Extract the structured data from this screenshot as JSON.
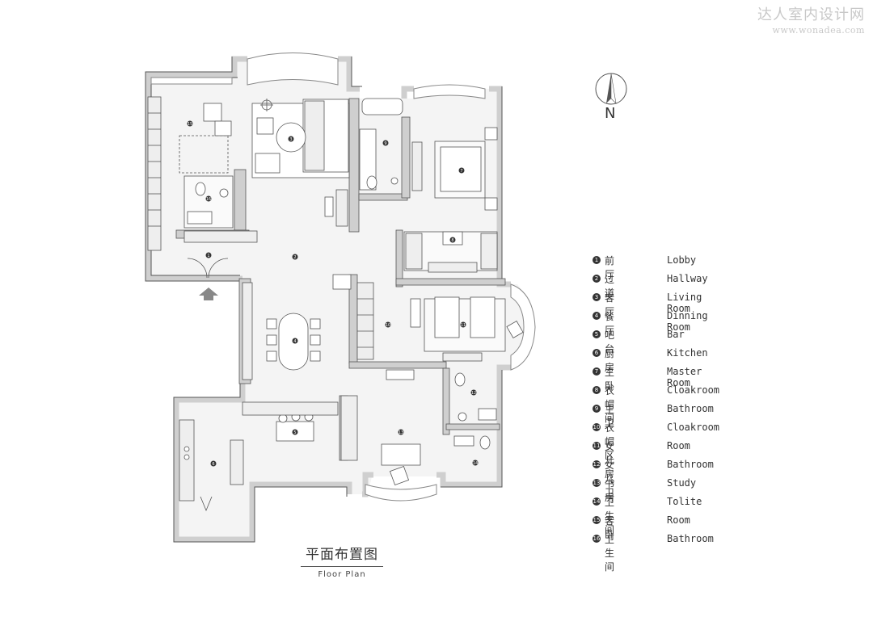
{
  "watermark": {
    "chinese": "达人室内设计网",
    "url": "www.wonadea.com"
  },
  "compass": {
    "label": "N"
  },
  "title": {
    "chinese": "平面布置图",
    "english": "Floor Plan"
  },
  "legend": [
    {
      "num": "1",
      "cn": "前 厅",
      "en": "Lobby"
    },
    {
      "num": "2",
      "cn": "过 道",
      "en": "Hallway"
    },
    {
      "num": "3",
      "cn": "客 厅",
      "en": "Living Room"
    },
    {
      "num": "4",
      "cn": "餐 厅",
      "en": "Dinning Room"
    },
    {
      "num": "5",
      "cn": "吧 台",
      "en": "Bar"
    },
    {
      "num": "6",
      "cn": "厨 房",
      "en": "Kitchen"
    },
    {
      "num": "7",
      "cn": "主 卧",
      "en": "Master Room"
    },
    {
      "num": "8",
      "cn": "衣帽间",
      "en": "Cloakroom"
    },
    {
      "num": "9",
      "cn": "主 卫",
      "en": "Bathroom"
    },
    {
      "num": "10",
      "cn": "衣帽区",
      "en": "Cloakroom"
    },
    {
      "num": "11",
      "cn": "女儿房",
      "en": "Room"
    },
    {
      "num": "12",
      "cn": "女儿卫",
      "en": "Bathroom"
    },
    {
      "num": "13",
      "cn": "书 房",
      "en": "Study"
    },
    {
      "num": "14",
      "cn": "卫生间",
      "en": "Tolite"
    },
    {
      "num": "15",
      "cn": "客 卧",
      "en": "Room"
    },
    {
      "num": "16",
      "cn": "卫生间",
      "en": "Bathroom"
    }
  ],
  "colors": {
    "wall": "#cfcfcf",
    "line": "#555555",
    "floor": "#f4f4f4",
    "furniture": "#ffffff",
    "marker": "#333333"
  }
}
